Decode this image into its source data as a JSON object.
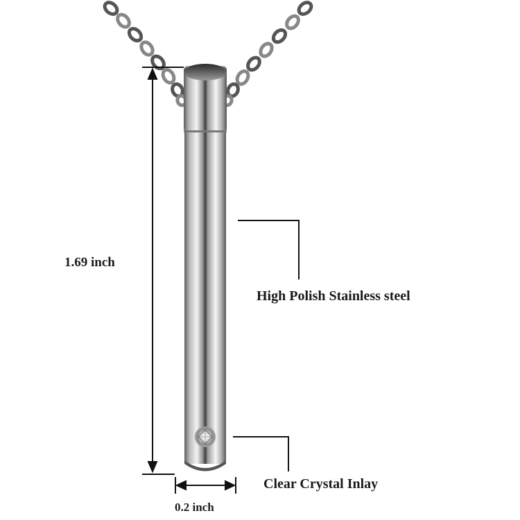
{
  "dimensions": {
    "height": "1.69 inch",
    "width": "0.2 inch"
  },
  "callouts": {
    "material": "High Polish Stainless steel",
    "inlay": "Clear Crystal Inlay"
  },
  "colors": {
    "background": "#ffffff",
    "steel_dark": "#6b6b6b",
    "steel_light": "#f2f2f2",
    "line": "#111111"
  }
}
